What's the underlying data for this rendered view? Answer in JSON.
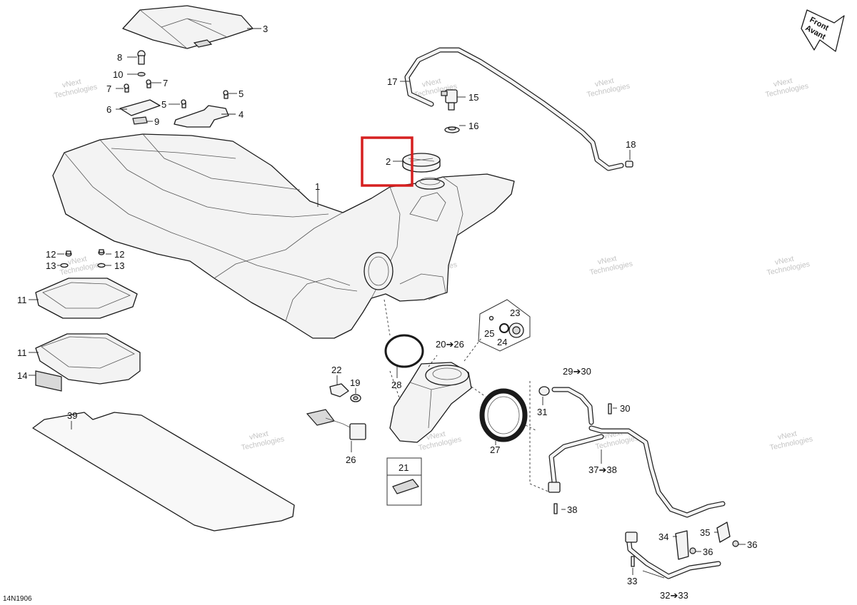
{
  "diagram": {
    "reference_code": "14N1906",
    "watermark_line1": "vNext",
    "watermark_line2": "Technologies",
    "direction_label_line1": "Front",
    "direction_label_line2": "Avant",
    "highlight_color": "#d62020",
    "callouts": [
      {
        "id": "c1",
        "text": "1"
      },
      {
        "id": "c2",
        "text": "2"
      },
      {
        "id": "c3",
        "text": "3"
      },
      {
        "id": "c4",
        "text": "4"
      },
      {
        "id": "c5a",
        "text": "5"
      },
      {
        "id": "c5b",
        "text": "5"
      },
      {
        "id": "c6",
        "text": "6"
      },
      {
        "id": "c7a",
        "text": "7"
      },
      {
        "id": "c7b",
        "text": "7"
      },
      {
        "id": "c8",
        "text": "8"
      },
      {
        "id": "c9",
        "text": "9"
      },
      {
        "id": "c10",
        "text": "10"
      },
      {
        "id": "c11a",
        "text": "11"
      },
      {
        "id": "c11b",
        "text": "11"
      },
      {
        "id": "c12a",
        "text": "12"
      },
      {
        "id": "c12b",
        "text": "12"
      },
      {
        "id": "c13a",
        "text": "13"
      },
      {
        "id": "c13b",
        "text": "13"
      },
      {
        "id": "c14",
        "text": "14"
      },
      {
        "id": "c15",
        "text": "15"
      },
      {
        "id": "c16",
        "text": "16"
      },
      {
        "id": "c17",
        "text": "17"
      },
      {
        "id": "c18",
        "text": "18"
      },
      {
        "id": "c19",
        "text": "19"
      },
      {
        "id": "c20",
        "text": "20➔26"
      },
      {
        "id": "c21",
        "text": "21"
      },
      {
        "id": "c22",
        "text": "22"
      },
      {
        "id": "c23",
        "text": "23"
      },
      {
        "id": "c24",
        "text": "24"
      },
      {
        "id": "c25",
        "text": "25"
      },
      {
        "id": "c26",
        "text": "26"
      },
      {
        "id": "c27",
        "text": "27"
      },
      {
        "id": "c28",
        "text": "28"
      },
      {
        "id": "c29",
        "text": "29➔30"
      },
      {
        "id": "c30",
        "text": "30"
      },
      {
        "id": "c31",
        "text": "31"
      },
      {
        "id": "c32",
        "text": "32➔33"
      },
      {
        "id": "c33",
        "text": "33"
      },
      {
        "id": "c34",
        "text": "34"
      },
      {
        "id": "c35",
        "text": "35"
      },
      {
        "id": "c36a",
        "text": "36"
      },
      {
        "id": "c36b",
        "text": "36"
      },
      {
        "id": "c37",
        "text": "37➔38"
      },
      {
        "id": "c38",
        "text": "38"
      },
      {
        "id": "c39",
        "text": "39"
      }
    ]
  }
}
